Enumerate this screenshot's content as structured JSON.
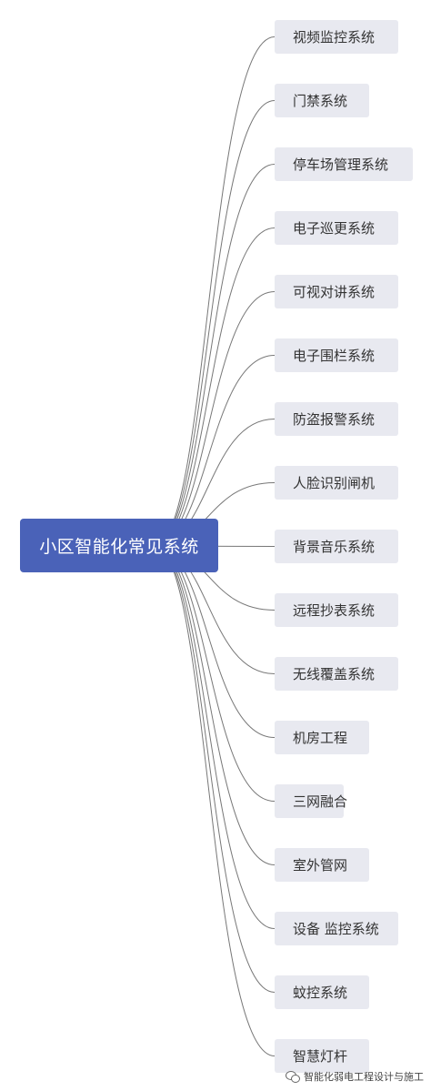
{
  "root": {
    "label": "小区智能化常见系统"
  },
  "branches": [
    {
      "label": "视频监控系统"
    },
    {
      "label": "门禁系统"
    },
    {
      "label": "停车场管理系统"
    },
    {
      "label": "电子巡更系统"
    },
    {
      "label": "可视对讲系统"
    },
    {
      "label": "电子围栏系统"
    },
    {
      "label": "防盗报警系统"
    },
    {
      "label": "人脸识别闸机"
    },
    {
      "label": "背景音乐系统"
    },
    {
      "label": "远程抄表系统"
    },
    {
      "label": "无线覆盖系统"
    },
    {
      "label": "机房工程"
    },
    {
      "label": "三网融合"
    },
    {
      "label": "室外管网"
    },
    {
      "label": "设备 监控系统"
    },
    {
      "label": "蚊控系统"
    },
    {
      "label": "智慧灯杆"
    }
  ],
  "watermark": {
    "text": "智能化弱电工程设计与施工",
    "icon": "wechat-icon"
  },
  "colors": {
    "root_bg": "#4a62b8",
    "leaf_bg": "#e8e9f0",
    "connector": "#777777"
  }
}
